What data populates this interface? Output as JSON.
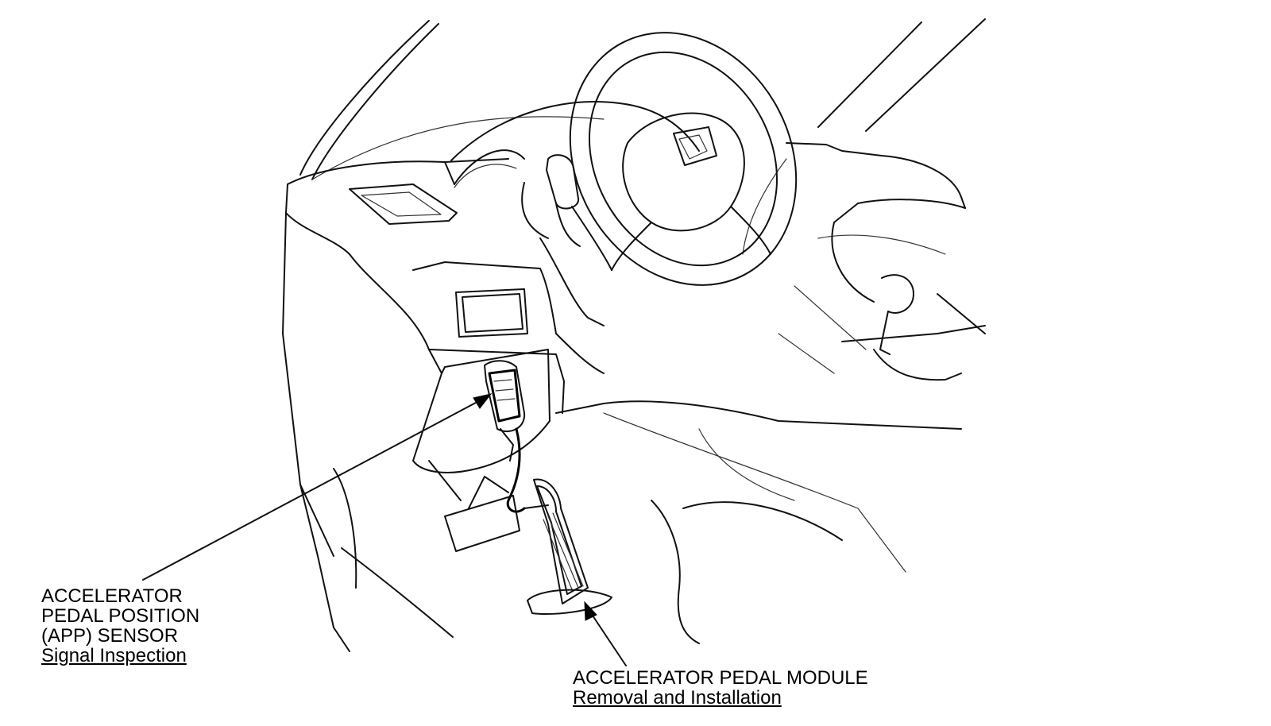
{
  "labels": {
    "app_sensor": {
      "line1": "ACCELERATOR",
      "line2": "PEDAL POSITION",
      "line3": "(APP) SENSOR",
      "link": "Signal Inspection"
    },
    "pedal_module": {
      "line1": "ACCELERATOR PEDAL MODULE",
      "link": "Removal and Installation"
    }
  },
  "colors": {
    "line": "#111111",
    "background": "#ffffff"
  }
}
